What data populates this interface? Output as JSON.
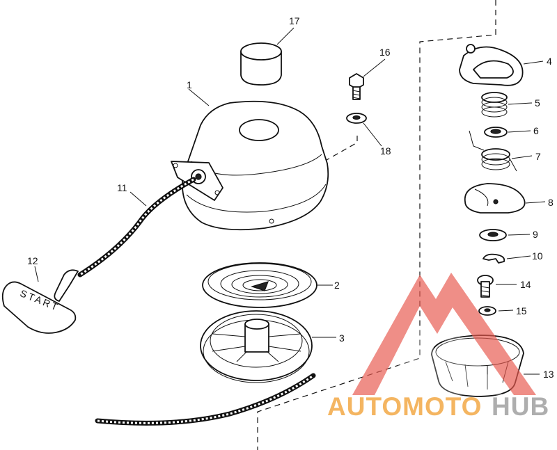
{
  "diagram": {
    "callouts": [
      "1",
      "2",
      "3",
      "4",
      "5",
      "6",
      "7",
      "8",
      "9",
      "10",
      "11",
      "12",
      "13",
      "14",
      "15",
      "16",
      "17",
      "18"
    ],
    "handle_text": "START"
  },
  "watermark": {
    "part1": "AUTOMOTO",
    "part2": "HUB",
    "colors": {
      "triangle": "#e8594f",
      "text_orange": "#f2a33a",
      "text_red": "#e8594f",
      "text_gray": "#9a9a9a"
    }
  }
}
